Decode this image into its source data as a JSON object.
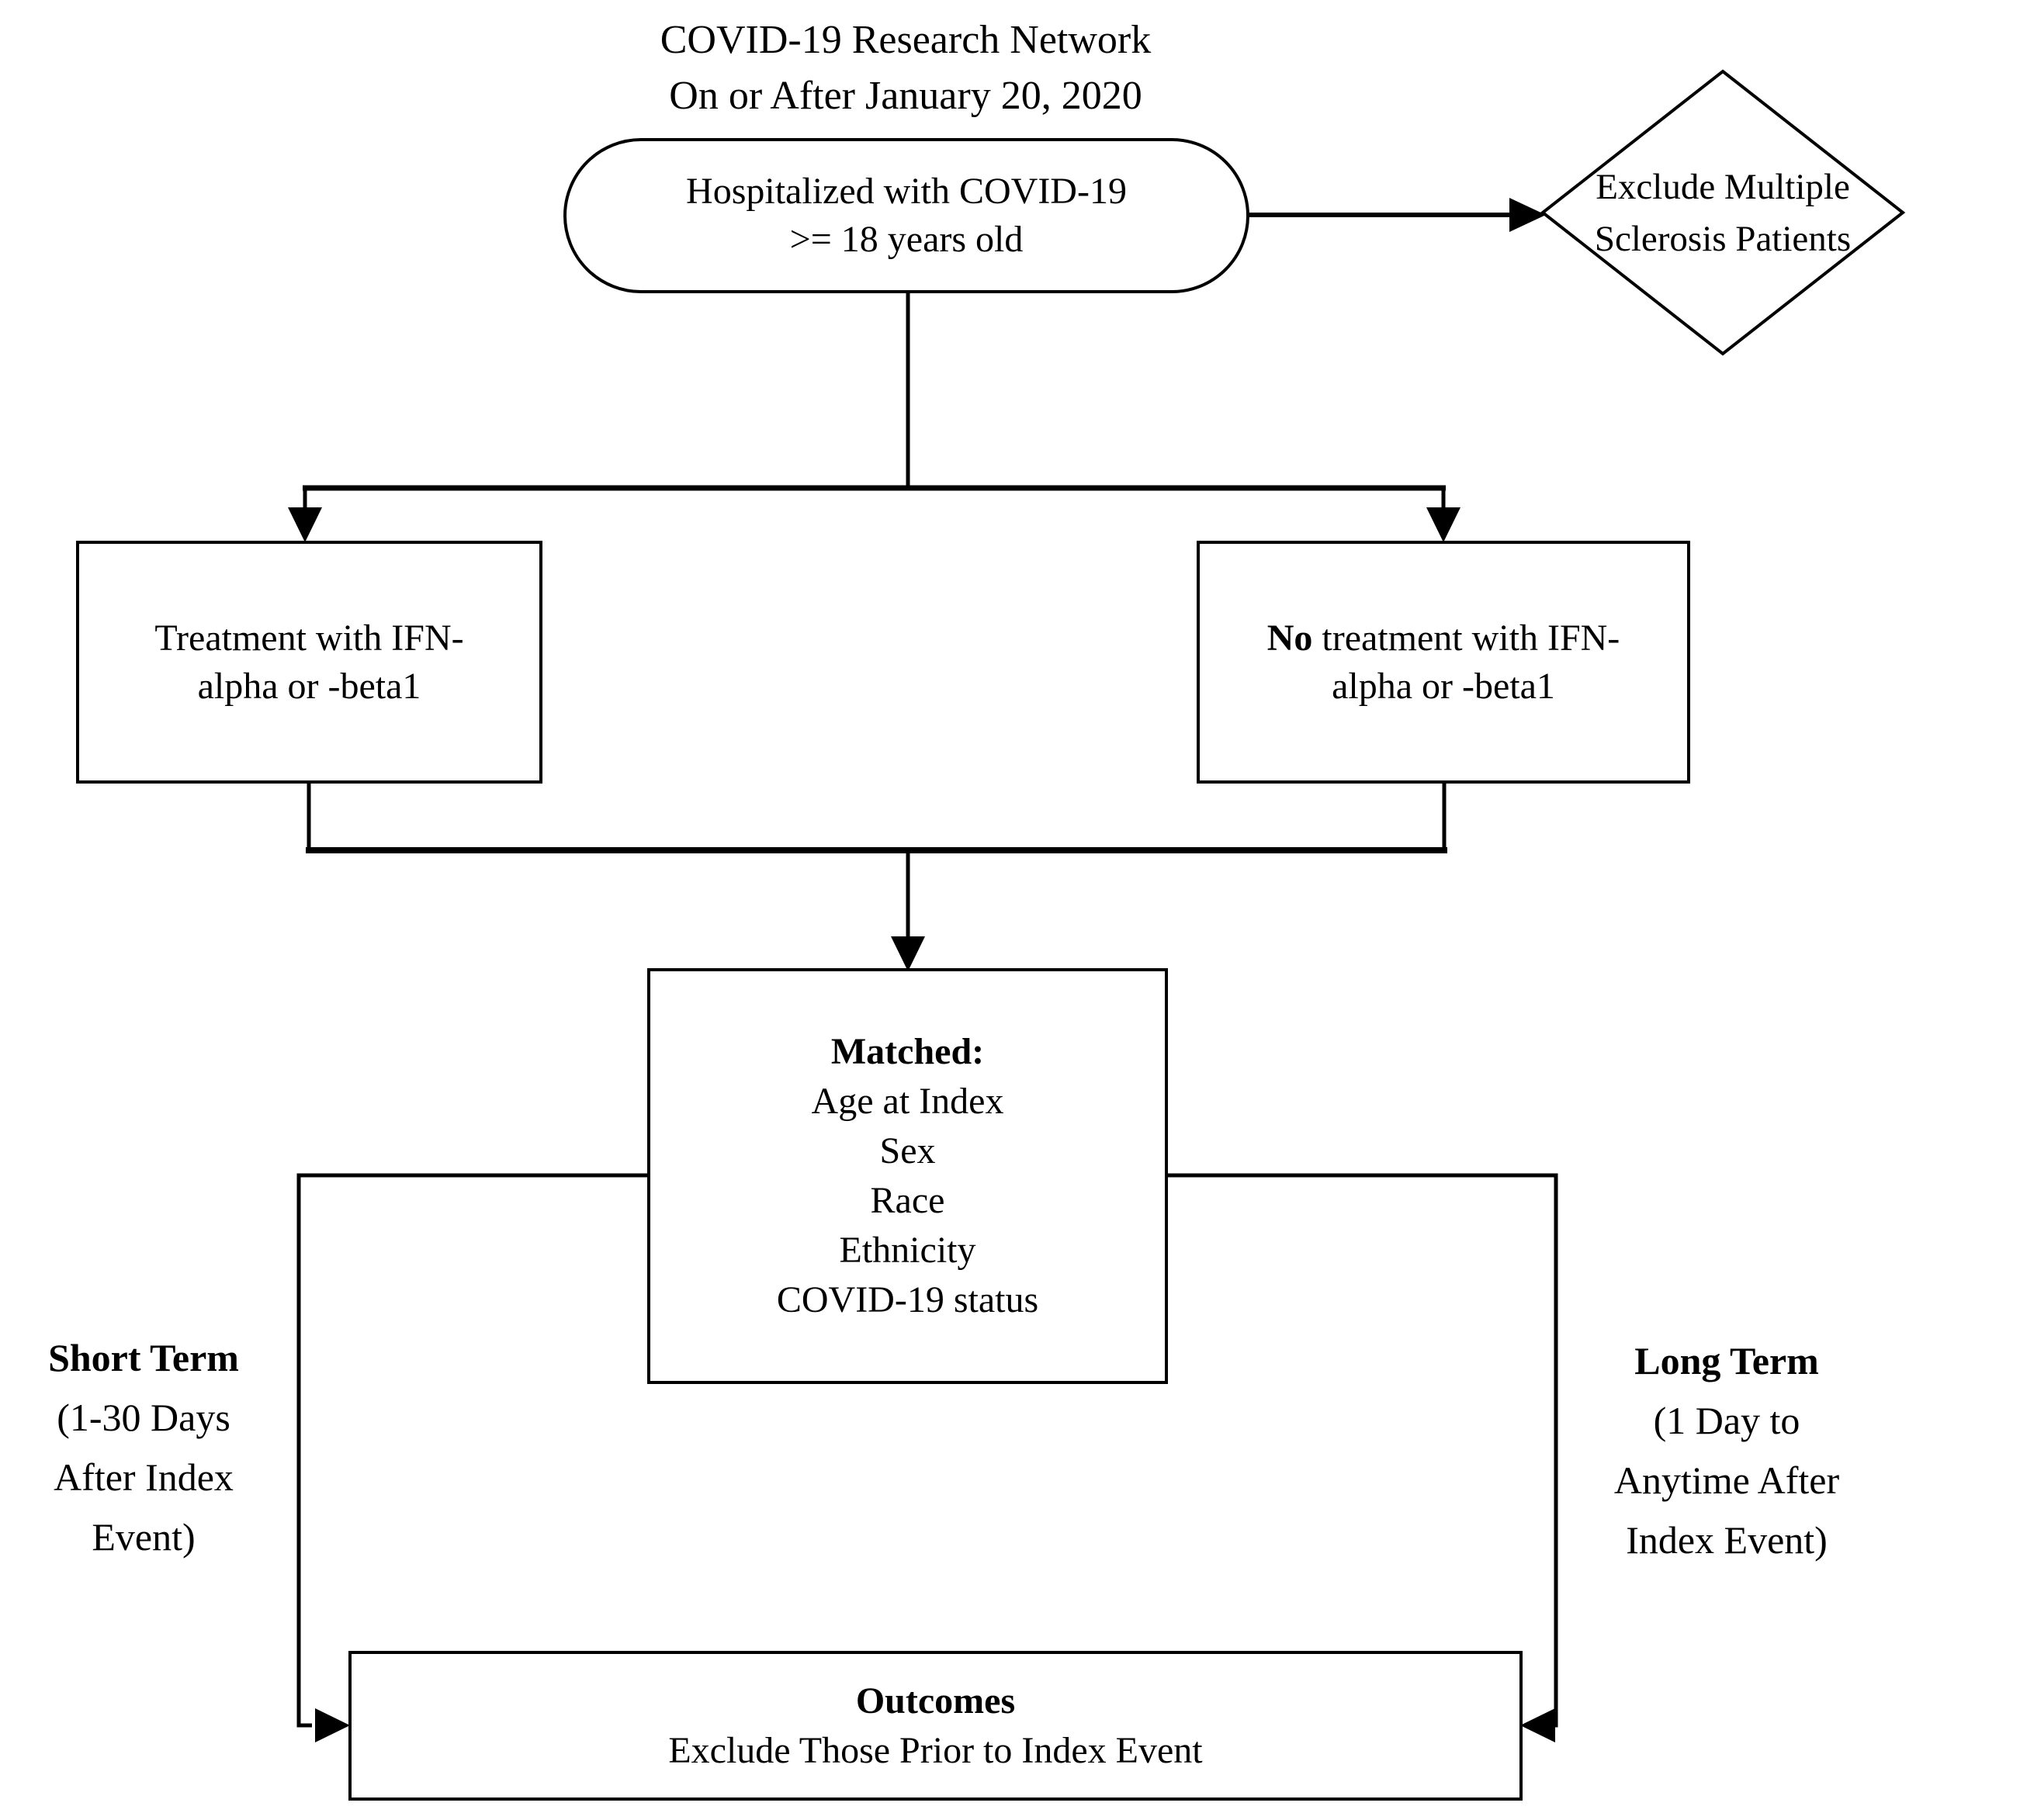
{
  "title": {
    "line1": "COVID-19 Research Network",
    "line2": "On or After January 20, 2020"
  },
  "nodes": {
    "start": {
      "line1": "Hospitalized with COVID-19",
      "line2": ">= 18 years old"
    },
    "exclude": {
      "line1": "Exclude Multiple",
      "line2": "Sclerosis Patients"
    },
    "treatment": {
      "line1": "Treatment with IFN-",
      "line2": "alpha or -beta1"
    },
    "no_treatment": {
      "bold_word": "No",
      "line1_rest": "treatment with IFN-",
      "line2": "alpha or -beta1"
    },
    "matched": {
      "header": "Matched:",
      "criteria": [
        "Age at Index",
        "Sex",
        "Race",
        "Ethnicity",
        "COVID-19 status"
      ]
    },
    "outcomes": {
      "header": "Outcomes",
      "subtitle": "Exclude Those Prior to Index Event"
    }
  },
  "side_labels": {
    "short_term": {
      "header": "Short Term",
      "lines": [
        "(1-30 Days",
        "After Index",
        "Event)"
      ]
    },
    "long_term": {
      "header": "Long Term",
      "lines": [
        "(1 Day to",
        "Anytime After",
        "Index Event)"
      ]
    }
  },
  "colors": {
    "line": "#000000",
    "background": "#ffffff",
    "text": "#000000"
  }
}
